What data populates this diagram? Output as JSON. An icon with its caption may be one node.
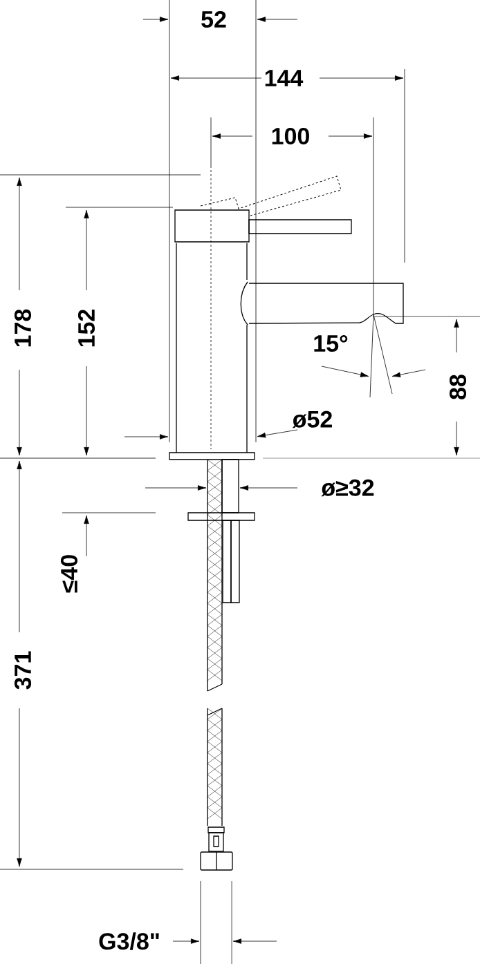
{
  "diagram": {
    "labels": [
      "52",
      "144",
      "100",
      "178",
      "152",
      "15°",
      "88",
      "ø52",
      "ø≥32",
      "≤40",
      "371",
      "G3/8\""
    ]
  }
}
